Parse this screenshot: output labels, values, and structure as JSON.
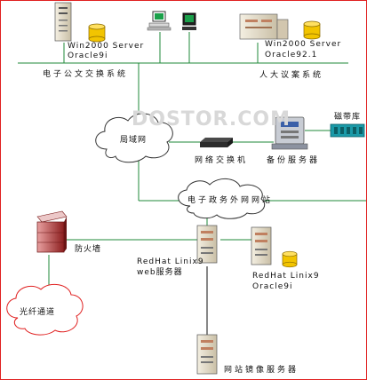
{
  "diagram": {
    "nodes": {
      "server_top_left": {
        "os": "Win2000 Server",
        "db": "Oracle9i"
      },
      "doc_exchange_system": "电子公文交换系统",
      "server_top_right": {
        "os": "Win2000 Server",
        "db": "Oracle92.1"
      },
      "npc_system": "人大议案系统",
      "lan": "局域网",
      "network_switch": "网络交换机",
      "backup_server": "备份服务器",
      "tape_library": "磁带库",
      "gov_website": "电子政务外网网站",
      "firewall": "防火墙",
      "web_server": {
        "os": "RedHat Linix9",
        "role": "web服务器"
      },
      "db_server": {
        "os": "RedHat Linix9",
        "db": "Oracle9i"
      },
      "fiber_channel": "光纤通道",
      "mirror_server": "网站镜像服务器"
    },
    "watermark": "DOSTOR.COM"
  },
  "colors": {
    "link_green": "#1f8a3a",
    "frame_red": "#e02020",
    "server_body": "#e8e0cc",
    "database_yellow": "#f2c400",
    "firewall_red": "#b02a2a"
  }
}
